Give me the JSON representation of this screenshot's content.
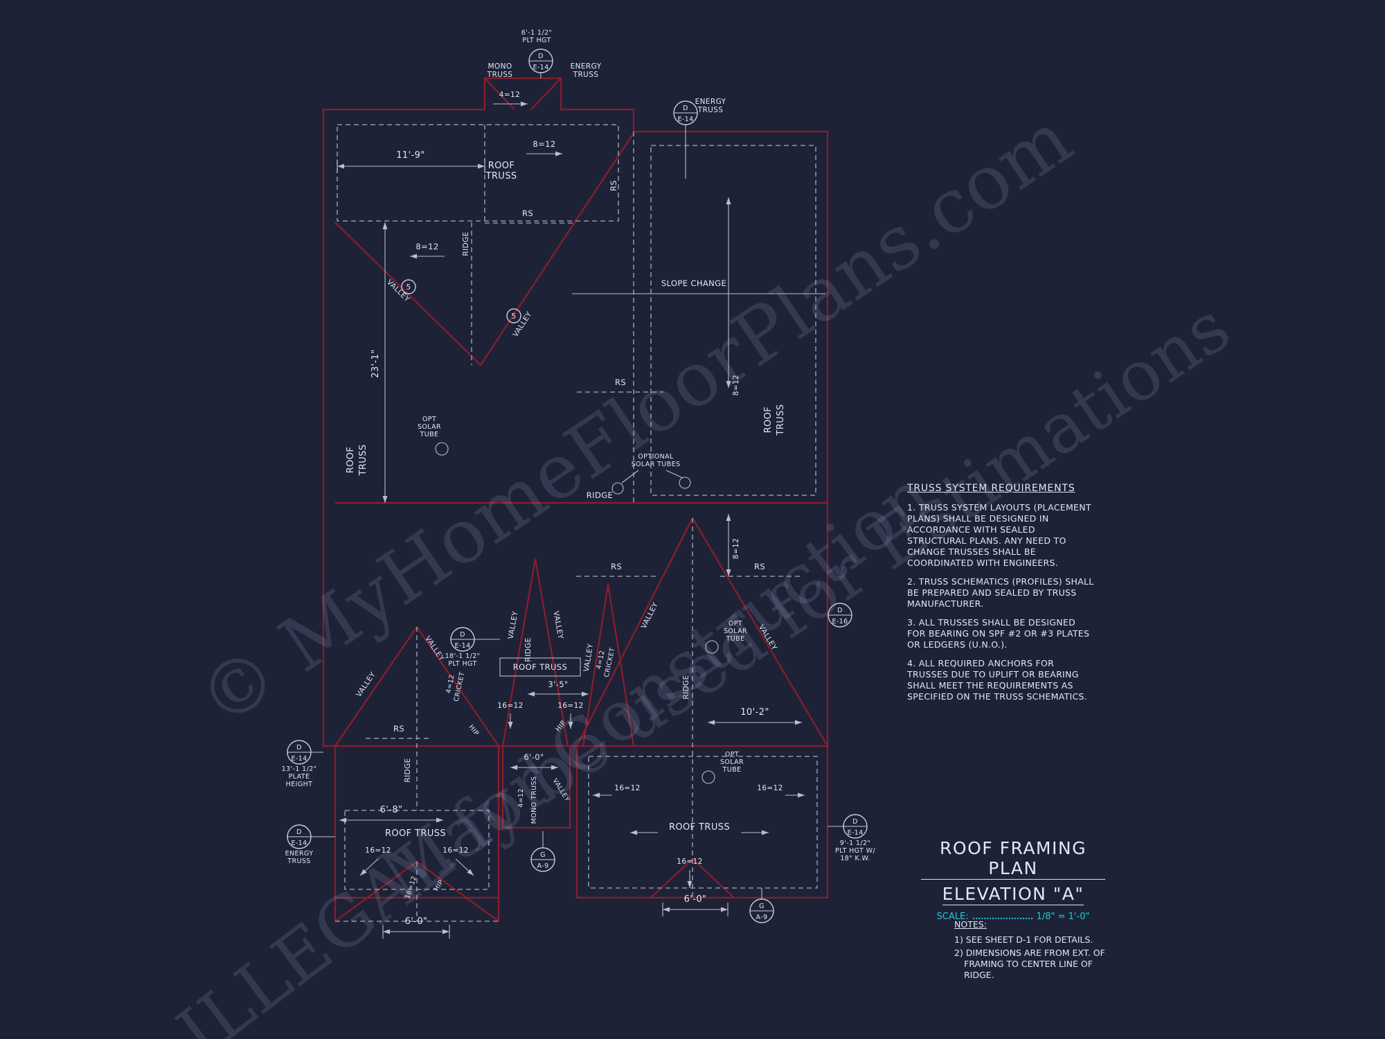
{
  "canvas": {
    "bg": "#1e2237",
    "text": "#e3e8f4",
    "red": "#8b1d2c",
    "cyan": "#25c9d4"
  },
  "watermarks": [
    {
      "text": "© MyHomeFloorPlans.com"
    },
    {
      "text": "May be used for Estimations"
    },
    {
      "text": "ILLEGAL for Construction"
    }
  ],
  "words": {
    "roof": "ROOF",
    "truss": "TRUSS",
    "mono": "MONO",
    "energy": "ENERGY",
    "opt": "OPT",
    "solar": "SOLAR",
    "tube": "TUBE",
    "optional": "OPTIONAL",
    "solar_tubes": "SOLAR TUBES"
  },
  "labels": {
    "roof_truss": "ROOF TRUSS",
    "mono_truss": "MONO TRUSS",
    "energy_truss": "ENERGY TRUSS",
    "valley": "VALLEY",
    "ridge": "RIDGE",
    "rs": "RS",
    "hip": "HIP",
    "cricket": "CRICKET",
    "slope_change": "SLOPE CHANGE"
  },
  "slopes": {
    "s4": "4=12",
    "s8": "8=12",
    "s16": "16=12"
  },
  "dims": {
    "d11_9": "11'-9\"",
    "d23_1": "23'-1\"",
    "d3_5": "3'-5\"",
    "d6_0": "6'-0\"",
    "d6_8": "6'-8\"",
    "d10_2": "10'-2\""
  },
  "callouts": {
    "d": "D",
    "e14": "E-14",
    "e16": "E-16",
    "g": "G",
    "a9": "A-9",
    "key5": "5"
  },
  "plates": {
    "p6_l1": "6'-1 1/2\"",
    "p6_l2": "PLT HGT",
    "p18_l1": "18'-1 1/2\"",
    "p18_l2": "PLT HGT",
    "p13_l1": "13'-1 1/2\"",
    "p13_l2": "PLATE",
    "p13_l3": "HEIGHT",
    "p9_l1": "9'-1 1/2\"",
    "p9_l2": "PLT HGT W/",
    "p9_l3": "18\" K.W."
  },
  "requirements": {
    "title": "TRUSS SYSTEM REQUIREMENTS",
    "items": [
      "1. TRUSS SYSTEM LAYOUTS (PLACEMENT PLANS) SHALL BE DESIGNED IN ACCORDANCE WITH SEALED STRUCTURAL PLANS. ANY NEED TO CHANGE TRUSSES SHALL BE COORDINATED WITH  ENGINEERS.",
      "2. TRUSS SCHEMATICS (PROFILES) SHALL BE PREPARED AND SEALED BY TRUSS MANUFACTURER.",
      "3. ALL TRUSSES SHALL BE DESIGNED FOR BEARING ON SPF #2 OR #3 PLATES OR LEDGERS (U.N.O.).",
      "4. ALL REQUIRED ANCHORS FOR TRUSSES DUE TO UPLIFT OR BEARING SHALL MEET THE REQUIREMENTS AS SPECIFIED ON THE TRUSS SCHEMATICS."
    ]
  },
  "title_block": {
    "line1": "ROOF FRAMING PLAN",
    "line2": "ELEVATION \"A\"",
    "scale_label": "SCALE:",
    "scale_value": "1/8\" = 1'-0\""
  },
  "notes": {
    "title": "NOTES:",
    "items": [
      "1) SEE SHEET D-1 FOR DETAILS.",
      "2) DIMENSIONS ARE FROM EXT. OF FRAMING TO CENTER LINE OF RIDGE."
    ]
  }
}
